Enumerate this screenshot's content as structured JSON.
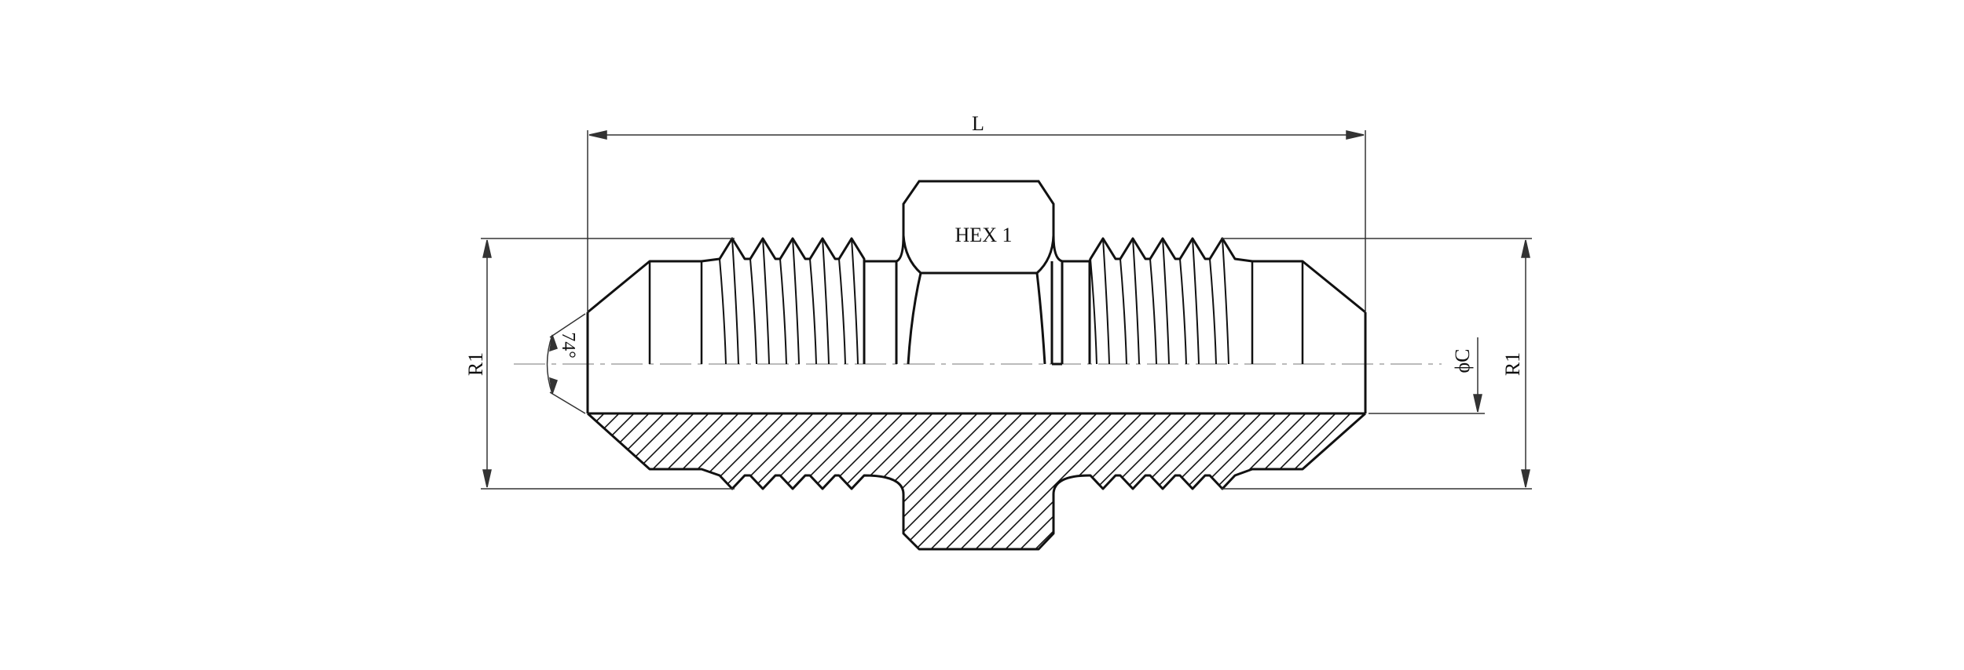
{
  "drawing": {
    "length_label": "L",
    "hex_label": "HEX 1",
    "thread_left_label": "R1",
    "thread_right_label": "R1",
    "bore_label": "ϕC",
    "flare_angle_label": "74°"
  },
  "colors": {
    "line": "#111111",
    "centerline": "#bbbbbb",
    "background": "#ffffff"
  }
}
